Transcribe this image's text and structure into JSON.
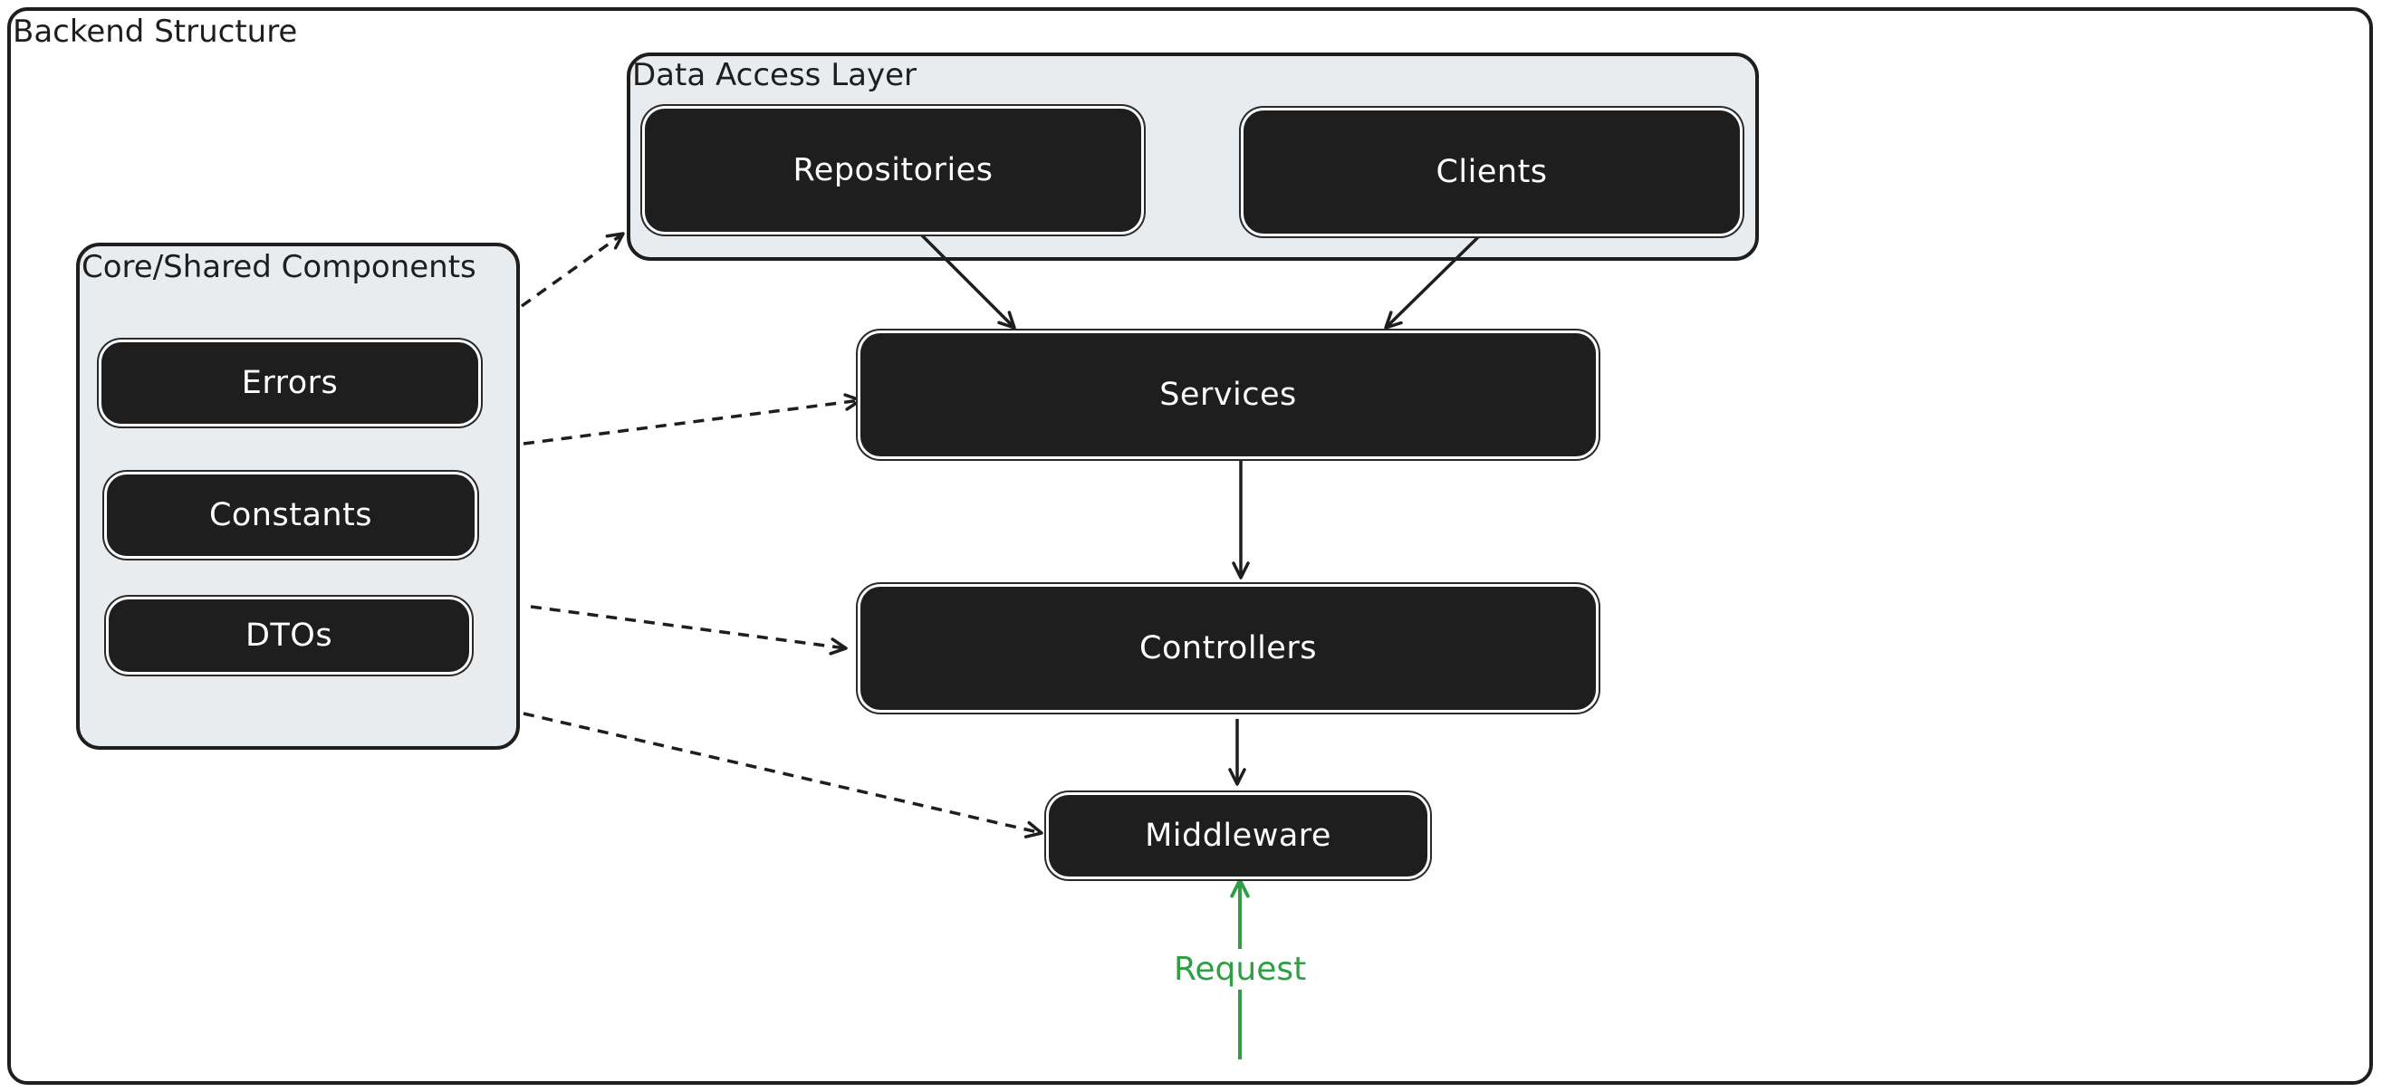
{
  "frame": {
    "title": "Backend Structure"
  },
  "groups": {
    "data_access": {
      "title": "Data Access Layer"
    },
    "core_shared": {
      "title": "Core/Shared Components"
    }
  },
  "nodes": {
    "repositories": "Repositories",
    "clients": "Clients",
    "services": "Services",
    "controllers": "Controllers",
    "middleware": "Middleware",
    "errors": "Errors",
    "constants": "Constants",
    "dtos": "DTOs"
  },
  "request": {
    "label": "Request",
    "color": "#2f9e44"
  },
  "colors": {
    "node_fill": "#1e1e1e",
    "group_fill": "#e9ecef",
    "stroke": "#1e1e1e"
  }
}
